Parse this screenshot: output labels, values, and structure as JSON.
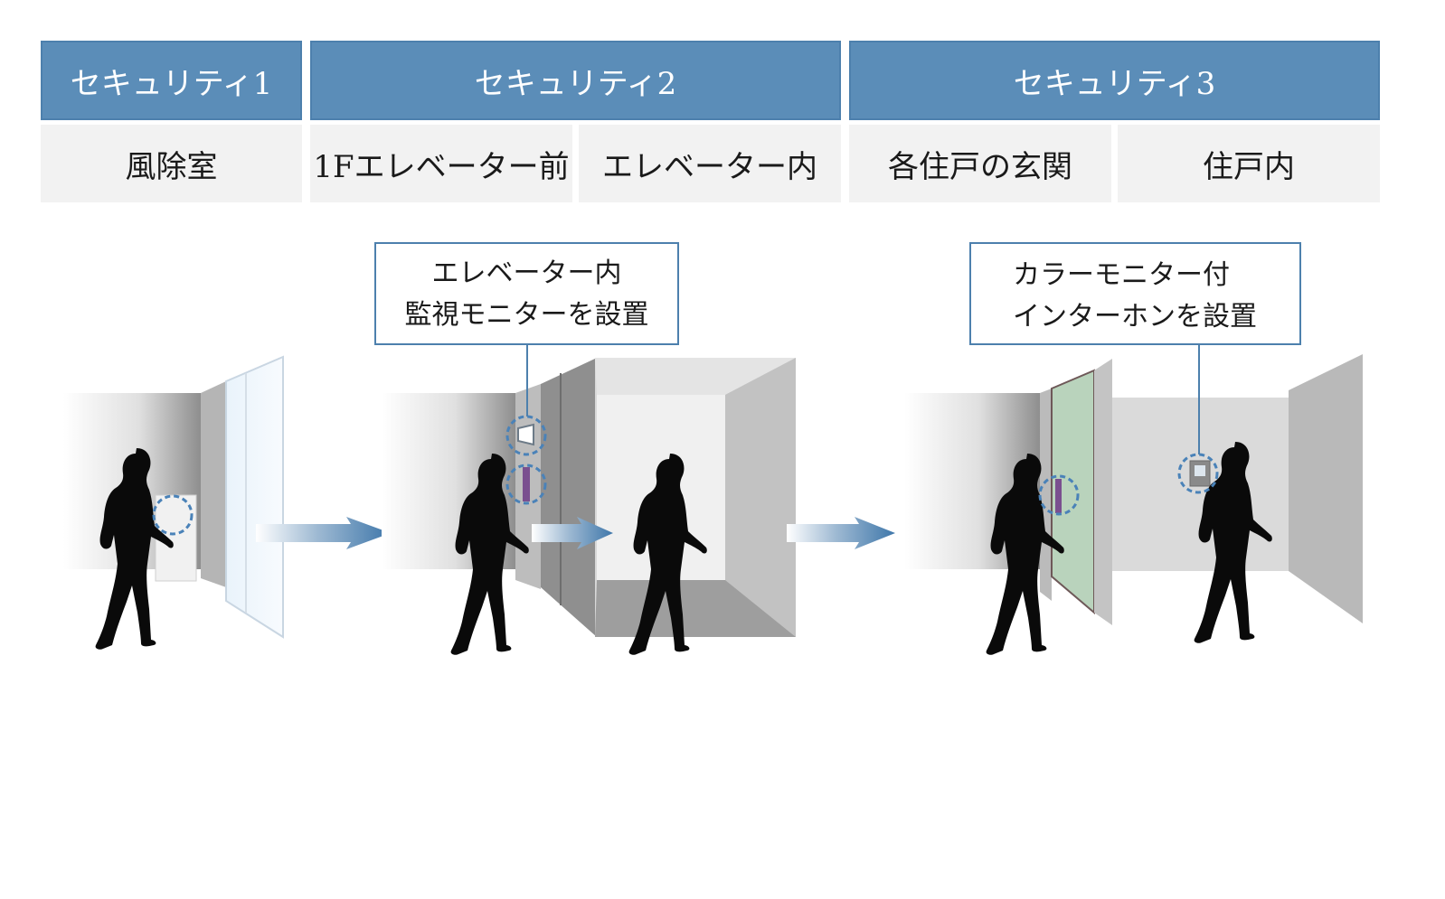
{
  "headers": [
    {
      "label": "セキュリティ1"
    },
    {
      "label": "セキュリティ2"
    },
    {
      "label": "セキュリティ3"
    }
  ],
  "locations": [
    {
      "label": "風除室"
    },
    {
      "label": "1Fエレベーター前"
    },
    {
      "label": "エレベーター内"
    },
    {
      "label": "各住戸の玄関"
    },
    {
      "label": "住戸内"
    }
  ],
  "callouts": [
    {
      "line1": "エレベーター内",
      "line2": "監視モニターを設置"
    },
    {
      "line1": "カラーモニター付",
      "line2": "インターホンを設置"
    }
  ],
  "colors": {
    "header_bg": "#5b8db8",
    "cell_bg": "#f2f2f2",
    "accent": "#4d80ad",
    "wall_gray": "#b8b8b8",
    "door_green": "#b9d3bc",
    "reader_purple": "#7a4f8f"
  }
}
